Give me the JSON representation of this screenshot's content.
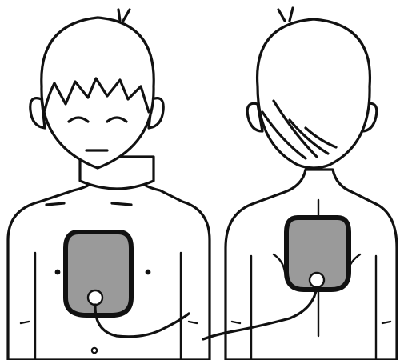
{
  "figure": {
    "views": [
      "front",
      "back"
    ],
    "colors": {
      "outline": "#111111",
      "background": "#ffffff",
      "pad_fill": "#9a9a9a",
      "pad_border": "#111111",
      "connector": "#ffffff"
    },
    "elements": [
      "child-front-figure",
      "front-electrode-pad",
      "child-back-figure",
      "back-electrode-pad",
      "electrode-cable"
    ]
  }
}
